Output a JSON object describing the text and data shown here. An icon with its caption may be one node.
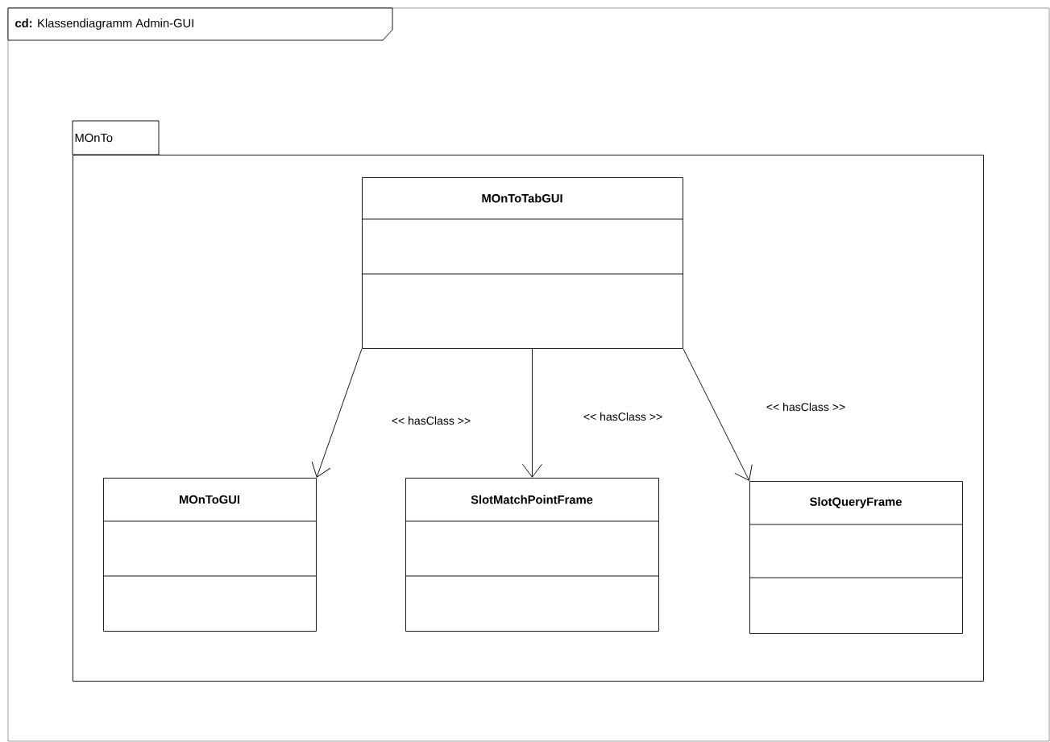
{
  "diagram": {
    "title": "**cd:** Klassendiagramm Admin-GUI",
    "nodes": [
      {
        "text": [
          "MOnTo"
        ]
      },
      {
        "text": [
          "MOnToTabGUI"
        ],
        "in": 0
      },
      {
        "text": [
          "MOnToGUI"
        ],
        "in": 0
      },
      {
        "text": [
          "SlotMatchPointFrame"
        ],
        "in": 0
      },
      {
        "text": [
          "SlotQueryFrame"
        ],
        "in": 0
      }
    ],
    "edges": [
      {
        "from": 1,
        "to": 2,
        "arrow": "to",
        "label": "<< hasClass >>"
      },
      {
        "from": 1,
        "to": 3,
        "arrow": "to",
        "label": "<< hasClass >>"
      },
      {
        "from": 1,
        "to": 4,
        "arrow": "to",
        "label": "<< hasClass >>"
      }
    ]
  }
}
